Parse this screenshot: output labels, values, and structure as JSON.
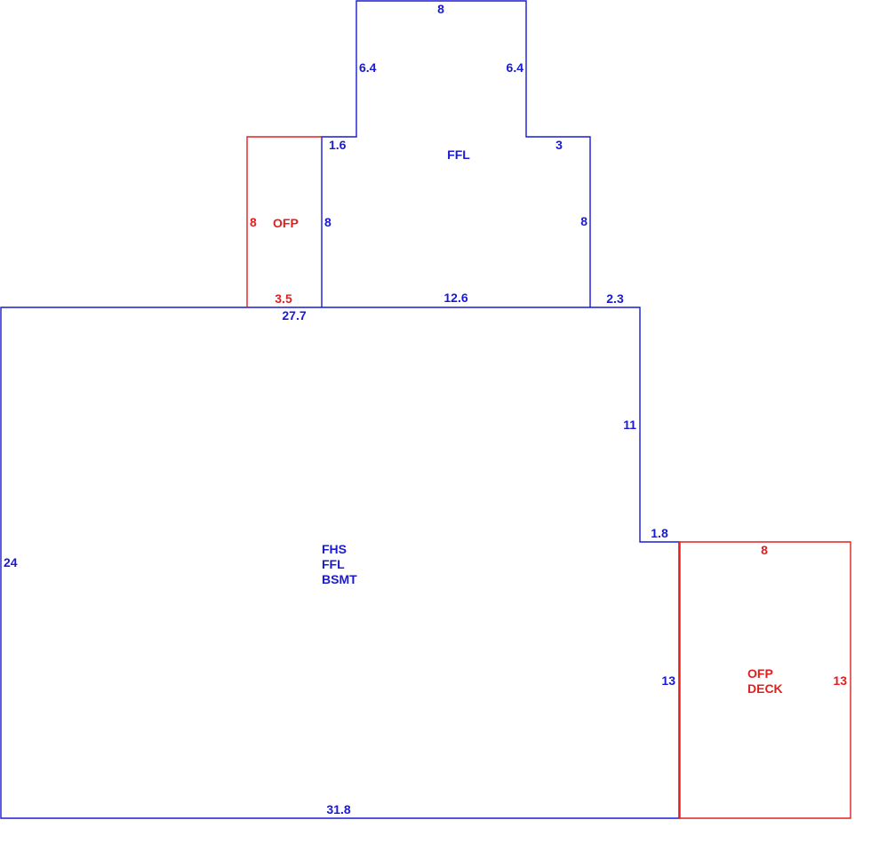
{
  "colors": {
    "primary": "#1a1ad4",
    "porch": "#e02020"
  },
  "upper_area": {
    "label": "FFL",
    "dims": {
      "top": "8",
      "left_upper": "6.4",
      "right_upper": "6.4",
      "left_step": "1.6",
      "right_step": "3",
      "left_lower": "8",
      "right_lower": "8",
      "bottom": "12.6"
    }
  },
  "main_area": {
    "labels": [
      "FHS",
      "FFL",
      "BSMT"
    ],
    "dims": {
      "top_left": "27.7",
      "top_right_step": "2.3",
      "right_upper": "11",
      "right_step": "1.8",
      "right_lower": "13",
      "left": "24",
      "bottom": "31.8"
    }
  },
  "porch_area": {
    "label": "OFP",
    "dims": {
      "left": "8",
      "bottom": "3.5"
    }
  },
  "deck_area": {
    "labels": [
      "OFP",
      "DECK"
    ],
    "dims": {
      "top": "8",
      "right": "13"
    }
  }
}
